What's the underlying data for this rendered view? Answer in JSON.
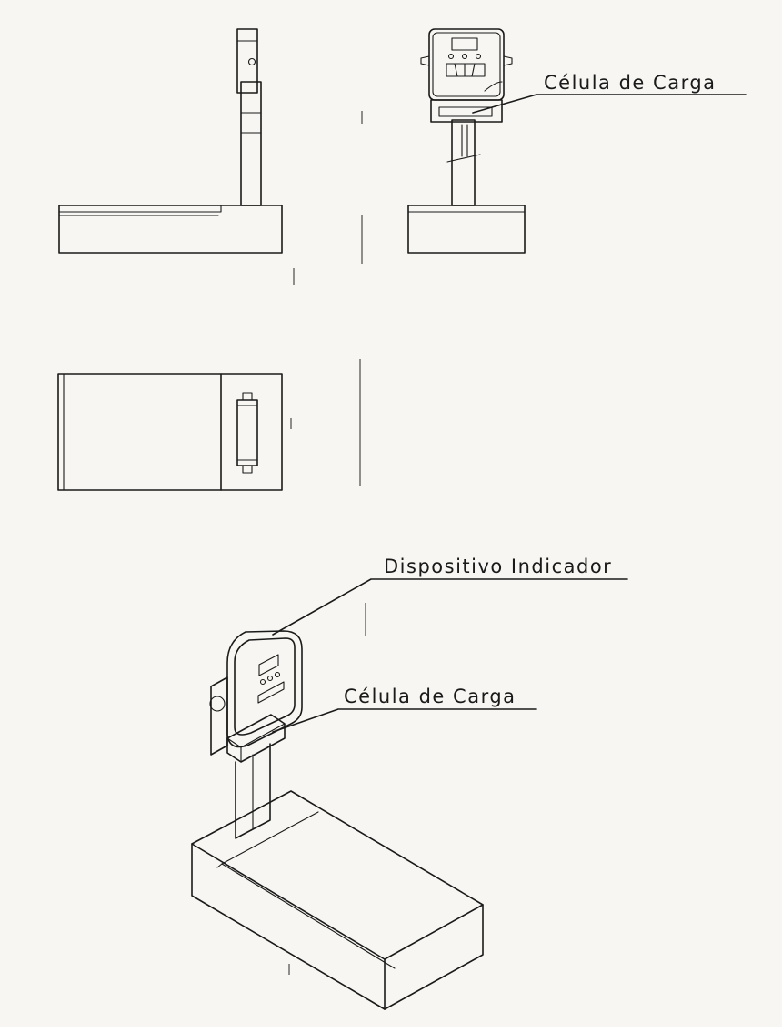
{
  "labels": {
    "load_cell_top": "Célula de Carga",
    "indicator": "Dispositivo Indicador",
    "load_cell_iso": "Célula de Carga"
  },
  "colors": {
    "paper": "#f7f6f2",
    "ink": "#1a1a1a"
  }
}
